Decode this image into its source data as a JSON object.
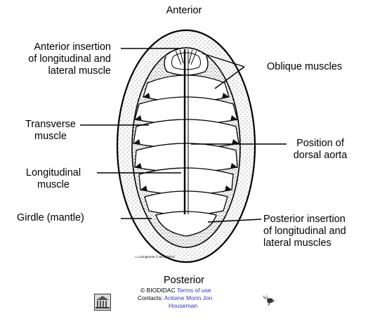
{
  "labels": {
    "anterior": "Anterior",
    "posterior": "Posterior",
    "anterior_insertion": [
      "Anterior insertion",
      "of longitudinal and",
      "lateral muscle"
    ],
    "oblique": "Oblique muscles",
    "transverse": [
      "Transverse",
      "muscle"
    ],
    "dorsal_aorta": [
      "Position of",
      "dorsal aorta"
    ],
    "longitudinal": [
      "Longitudinal",
      "muscle"
    ],
    "girdle": "Girdle (mantle)",
    "posterior_insertion": [
      "Posterior insertion",
      "of longitudinal and",
      "lateral muscles"
    ]
  },
  "artist_credit": "L.Livingstone © BIODIDAC",
  "footer": {
    "copyright": "© BIODIDAC",
    "terms": "Terms of use",
    "contacts_label": "Contacts:",
    "contact_names": "Antoine Morin Jon",
    "contact_names2": "Houseman"
  },
  "icons": {
    "left": "building-logo-icon",
    "right": "bird-logo-icon"
  }
}
